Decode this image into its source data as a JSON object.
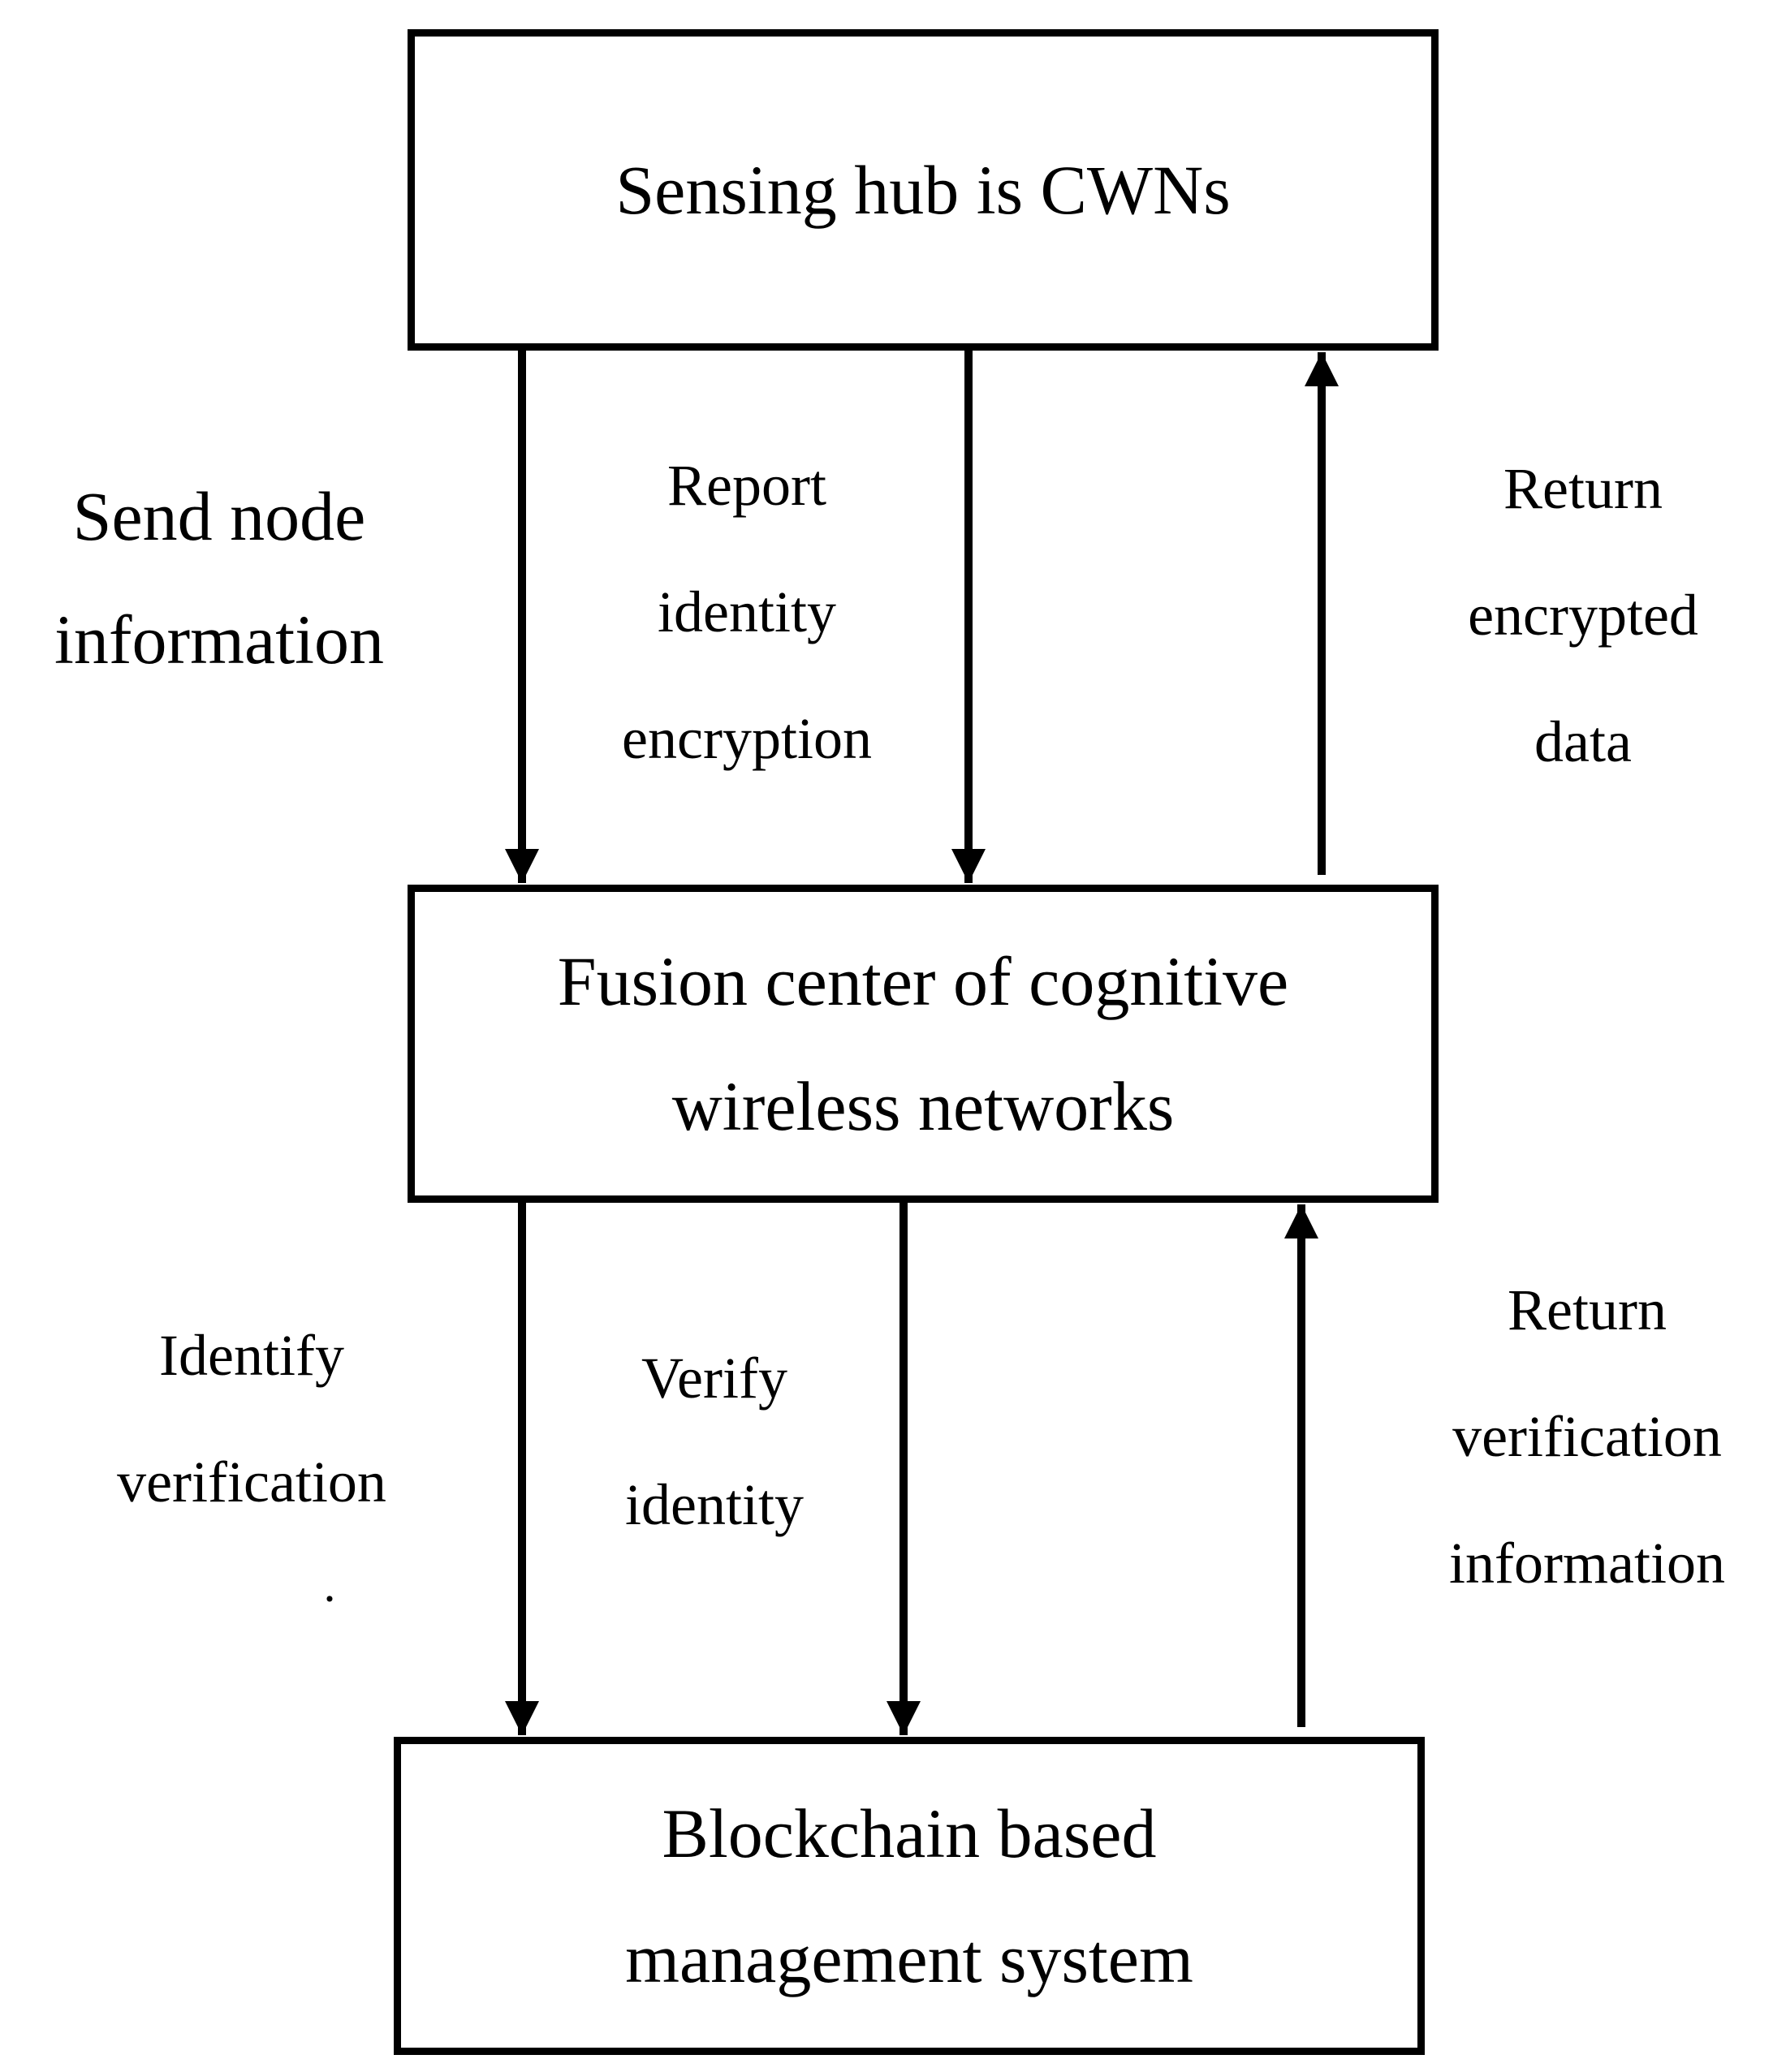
{
  "boxes": {
    "sensing_hub": "Sensing hub is CWNs",
    "fusion_center": "Fusion center of cognitive\nwireless networks",
    "blockchain": "Blockchain based\nmanagement system"
  },
  "labels": {
    "send_node": "Send node\ninformation",
    "report_identity": "Report\nidentity\nencryption",
    "return_encrypted": "Return\nencrypted\ndata",
    "identify_verification": "Identify\nverification",
    "identify_verification_mark": "·",
    "verify_identity": "Verify\nidentity",
    "return_verification": "Return\nverification\ninformation"
  },
  "colors": {
    "line": "#000000",
    "background": "#ffffff"
  }
}
